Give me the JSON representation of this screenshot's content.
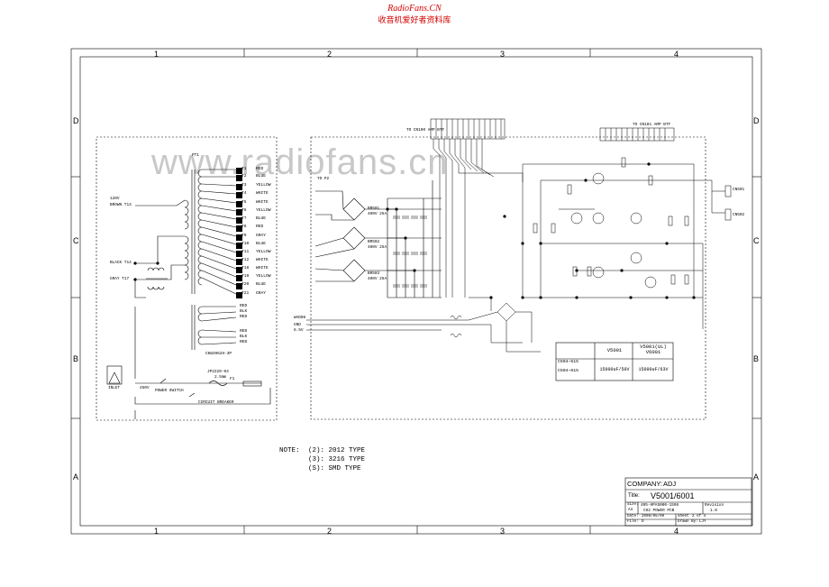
{
  "header": {
    "site": "RadioFans.CN",
    "subtitle": "收音机爱好者资料库",
    "watermark": "www.radiofans.cn"
  },
  "zones": {
    "columns": [
      "1",
      "2",
      "3",
      "4"
    ],
    "rows": [
      "D",
      "C",
      "B",
      "A"
    ]
  },
  "transformer": {
    "ref": "PT1",
    "primary": [
      "120V",
      "BROWN T13"
    ],
    "taps_primary": [
      "BLACK T14",
      "GRAY T17"
    ],
    "connector": "CKW3962H-3P",
    "connector2": "JP2220-03",
    "pitch": "2.5mm",
    "secondary": [
      {
        "pin": "T1",
        "color": "RED"
      },
      {
        "pin": "T2",
        "color": "BLUE"
      },
      {
        "pin": "T3",
        "color": "YELLOW"
      },
      {
        "pin": "T4",
        "color": "WHITE"
      },
      {
        "pin": "T5",
        "color": "WHITE"
      },
      {
        "pin": "T6",
        "color": "YELLOW"
      },
      {
        "pin": "T7",
        "color": "BLUE"
      },
      {
        "pin": "T8",
        "color": "RED"
      },
      {
        "pin": "T9",
        "color": "GRAY"
      },
      {
        "pin": "T10",
        "color": "BLUE"
      },
      {
        "pin": "T11",
        "color": "YELLOW"
      },
      {
        "pin": "T12",
        "color": "WHITE"
      },
      {
        "pin": "T18",
        "color": "WHITE"
      },
      {
        "pin": "T19",
        "color": "YELLOW"
      },
      {
        "pin": "T20",
        "color": "BLUE"
      },
      {
        "pin": "T21",
        "color": "GRAY"
      }
    ],
    "small_taps": [
      "RED",
      "BLK",
      "RED",
      "RED",
      "BLK",
      "RED"
    ]
  },
  "ac_input": {
    "inlet": "INLET",
    "switch": "POWER SWITCH",
    "breaker": "CIRCUIT BREAKER",
    "volt": "450V",
    "fuse": "F1"
  },
  "bridges": [
    {
      "ref": "BR501",
      "rating": "400V 25A"
    },
    {
      "ref": "BR502",
      "rating": "400V 25A"
    },
    {
      "ref": "BR503",
      "rating": "400V 25A"
    }
  ],
  "connectors": {
    "top_header": "TO CN100 AMP BTF",
    "right_header": "TO CN101 AMP BTF",
    "cn501": "CN501",
    "cn502": "CN502",
    "left_refs": [
      "TO P2"
    ],
    "bottom_refs": [
      "WAD08",
      "GND",
      "8.5V"
    ]
  },
  "caps_table": {
    "headers": [
      "",
      "V5001",
      "V5001(UL) V6001"
    ],
    "rows": [
      {
        "part": "C504~515",
        "v5001": "",
        "v6001": ""
      },
      {
        "part": "C504~615",
        "v5001": "15000uF/50V",
        "v6001": "15000uF/63V"
      }
    ]
  },
  "note": {
    "label": "NOTE:",
    "items": [
      "(2): 2012 TYPE",
      "(3): 3216 TYPE",
      "(S): SMD TYPE"
    ]
  },
  "title_block": {
    "company_label": "COMPANY:",
    "company": "ADJ",
    "title_label": "Title:",
    "title": "V5001/6001",
    "size_label": "Size:",
    "size": "A3",
    "doc_no": "405-HPA5000-1596",
    "doc_desc": "CH2 POWER PCB",
    "revision_label": "Revision",
    "revision": "1.0",
    "date_label": "Date:",
    "date": "2008/05/09",
    "sheet_label": "Sheet",
    "sheet": "2 of 4",
    "file_label": "File:",
    "file": "D",
    "drawn_label": "Drawn By:",
    "drawn": "LJY"
  }
}
